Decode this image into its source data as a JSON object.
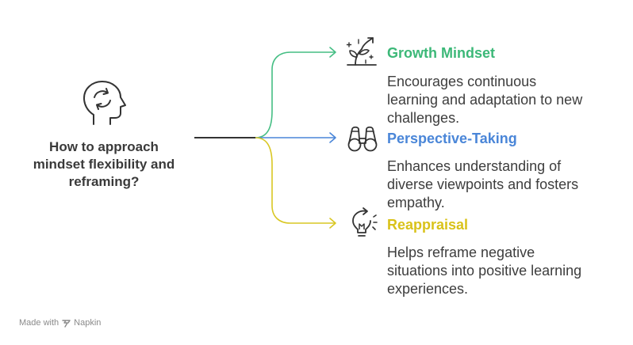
{
  "central": {
    "lines": [
      "How to approach",
      "mindset flexibility and",
      "reframing?"
    ],
    "icon": "head-rotating-arrows-icon"
  },
  "branches": [
    {
      "title": "Growth Mindset",
      "title_color": "#3cb878",
      "line_color": "#45be84",
      "icon": "growing-plant-icon",
      "description_lines": [
        "Encourages continuous",
        "learning and adaptation to new",
        "challenges."
      ]
    },
    {
      "title": "Perspective-Taking",
      "title_color": "#4a86d8",
      "line_color": "#4a86d8",
      "icon": "binoculars-icon",
      "description_lines": [
        "Enhances understanding of",
        "diverse viewpoints and fosters",
        "empathy."
      ]
    },
    {
      "title": "Reappraisal",
      "title_color": "#d9c21a",
      "line_color": "#d9c723",
      "icon": "lightbulb-icon",
      "description_lines": [
        "Helps reframe negative",
        "situations into positive learning",
        "experiences."
      ]
    }
  ],
  "footer": {
    "made_with": "Made with",
    "brand": "Napkin",
    "icon": "napkin-logo-icon"
  }
}
